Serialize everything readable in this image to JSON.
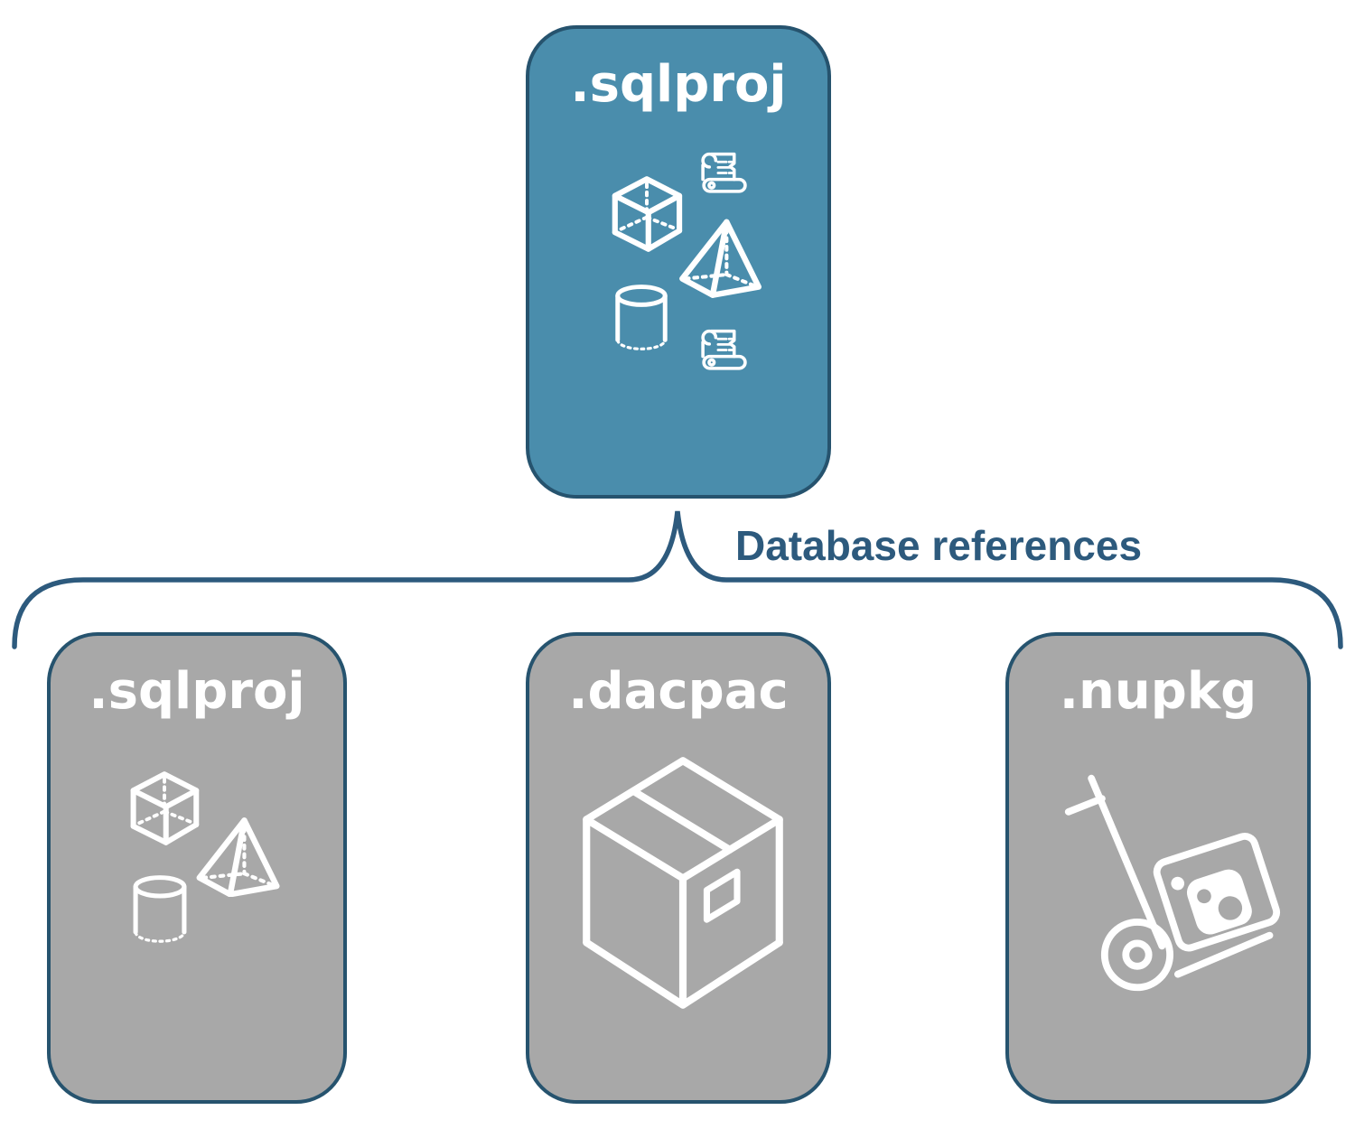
{
  "diagram": {
    "background_color": "#ffffff",
    "root_box": {
      "label": ".sqlproj",
      "fill_color": "#4a8dac",
      "border_color": "#26536e",
      "icons": [
        "cube-icon",
        "scroll-icon",
        "pyramid-icon",
        "cylinder-icon",
        "scroll-icon"
      ]
    },
    "connector": {
      "label": "Database references",
      "color": "#2d5a7d",
      "shape": "curly-brace"
    },
    "child_boxes": [
      {
        "label": ".sqlproj",
        "fill_color": "#a8a8a8",
        "border_color": "#26536e",
        "icons": [
          "cube-icon",
          "pyramid-icon",
          "cylinder-icon"
        ]
      },
      {
        "label": ".dacpac",
        "fill_color": "#a8a8a8",
        "border_color": "#26536e",
        "icons": [
          "package-box-icon"
        ]
      },
      {
        "label": ".nupkg",
        "fill_color": "#a8a8a8",
        "border_color": "#26536e",
        "icons": [
          "nuget-hand-truck-icon"
        ]
      }
    ],
    "label_text_color": "#ffffff"
  }
}
